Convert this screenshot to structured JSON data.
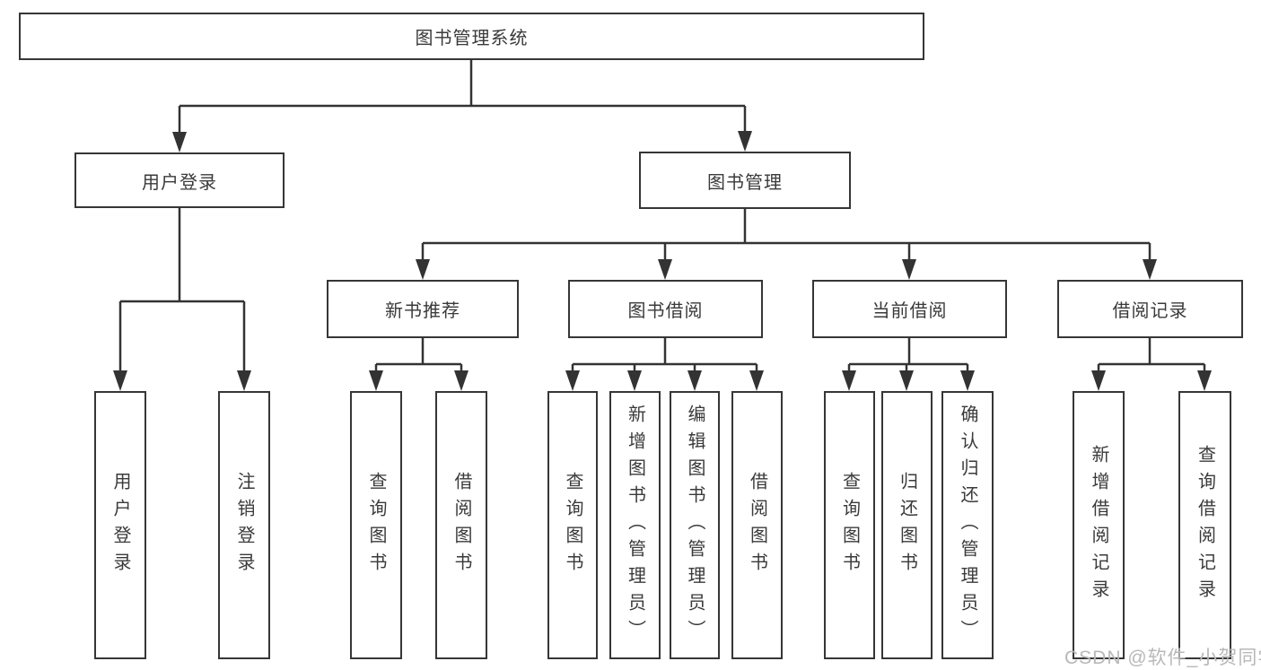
{
  "diagram": {
    "root": {
      "label": "图书管理系统"
    },
    "branches": [
      {
        "label": "用户登录",
        "children": [
          {
            "label": "用户登录"
          },
          {
            "label": "注销登录"
          }
        ]
      },
      {
        "label": "图书管理",
        "children": [
          {
            "label": "新书推荐",
            "children": [
              {
                "label": "查询图书"
              },
              {
                "label": "借阅图书"
              }
            ]
          },
          {
            "label": "图书借阅",
            "children": [
              {
                "label": "查询图书"
              },
              {
                "label": "新增图书（管理员）"
              },
              {
                "label": "编辑图书（管理员）"
              },
              {
                "label": "借阅图书"
              }
            ]
          },
          {
            "label": "当前借阅",
            "children": [
              {
                "label": "查询图书"
              },
              {
                "label": "归还图书"
              },
              {
                "label": "确认归还（管理员）"
              }
            ]
          },
          {
            "label": "借阅记录",
            "children": [
              {
                "label": "新增借阅记录"
              },
              {
                "label": "查询借阅记录"
              }
            ]
          }
        ]
      }
    ]
  },
  "watermark": {
    "text": "CSDN @软件_小贺同学",
    "color": "#b8b8b8"
  },
  "colors": {
    "line": "#333333",
    "border": "#363636",
    "text": "#3a3a3a",
    "background": "#ffffff"
  }
}
